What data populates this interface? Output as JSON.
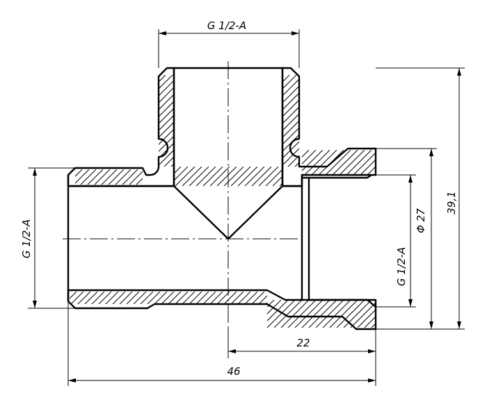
{
  "drawing": {
    "labels": {
      "top_thread": "G 1/2-A",
      "left_thread": "G 1/2-A",
      "right_thread": "G 1/2-A",
      "diameter": "Φ 27",
      "height": "39,1",
      "half_length": "22",
      "total_length": "46"
    }
  }
}
